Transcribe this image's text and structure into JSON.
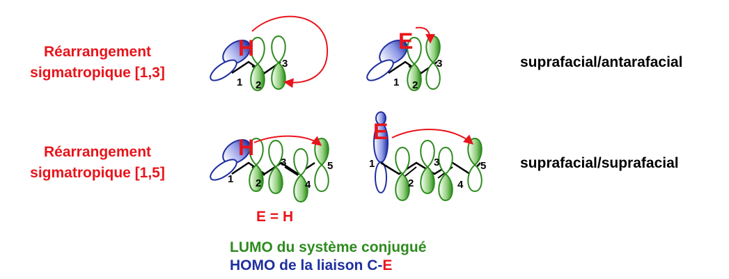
{
  "rows": [
    {
      "title_line1": "Réarrangement",
      "title_line2": "sigmatropique [1,3]",
      "descriptor": "suprafacial/antarafacial",
      "left_migrating": "H",
      "right_migrating": "E",
      "left_numbers": [
        "1",
        "2",
        "3"
      ],
      "right_numbers": [
        "1",
        "2",
        "3"
      ]
    },
    {
      "title_line1": "Réarrangement",
      "title_line2": "sigmatropique [1,5]",
      "descriptor": "suprafacial/suprafacial",
      "left_migrating": "H",
      "right_migrating": "E",
      "left_numbers": [
        "1",
        "2",
        "3",
        "4",
        "5"
      ],
      "right_numbers": [
        "1",
        "2",
        "3",
        "4",
        "5"
      ]
    }
  ],
  "equivalence": "E = H",
  "legend": {
    "lumo": "LUMO du système conjugué",
    "homo_prefix": "HOMO de la liaison C-",
    "homo_suffix": "E"
  },
  "colors": {
    "red": "#e8141b",
    "green": "#2e8b1f",
    "blue": "#1f2f9e",
    "black": "#000000"
  }
}
